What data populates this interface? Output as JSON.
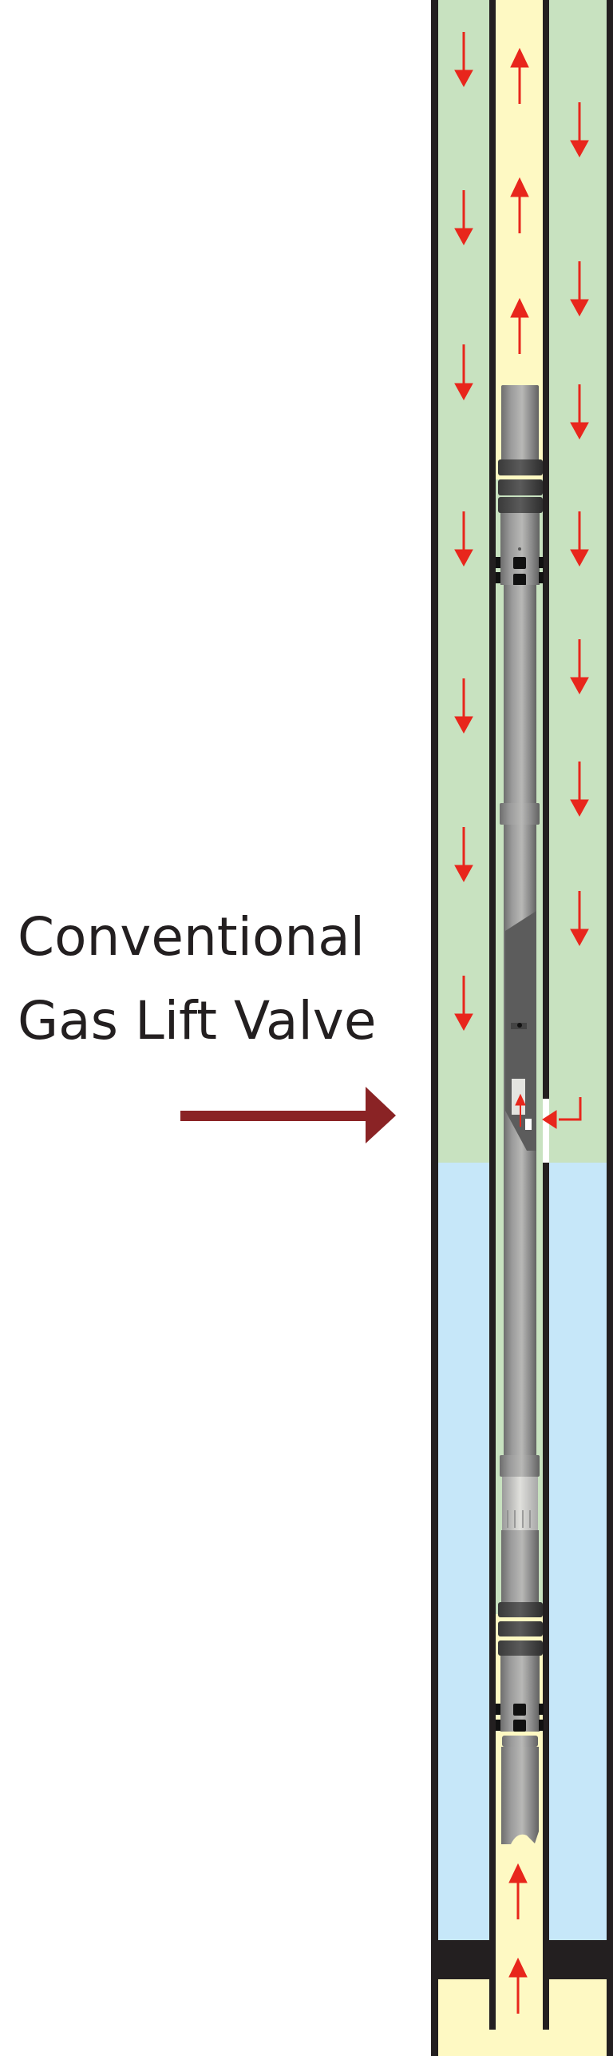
{
  "label": {
    "line1": "Conventional",
    "line2": "Gas Lift Valve"
  },
  "colors": {
    "annulus_gas": "#c8e2c0",
    "annulus_liquid": "#c6e7f9",
    "tubing_fluid": "#fef9c3",
    "walls": "#231f20",
    "flow_arrows": "#e8261c",
    "pointer_arrow": "#8a2325",
    "tool_steel": "#8f8f8f"
  },
  "legend": {
    "annulus_flow": "down",
    "tubing_flow": "up",
    "injection_point": "gas lift valve port"
  }
}
